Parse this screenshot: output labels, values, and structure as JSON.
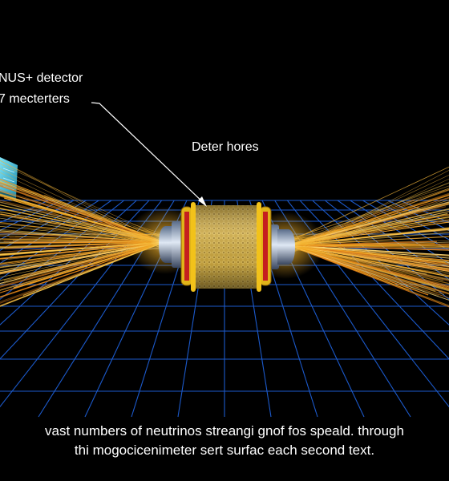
{
  "labels": {
    "detector_line1": "NUS+ detector",
    "detector_line2": "7 mecterters",
    "center": "Deter hores"
  },
  "caption": {
    "line1": "vast numbers of neutrinos streangi gnof fos speald. through",
    "line2": "thi mogocicenimeter sert surfac each second text."
  },
  "colors": {
    "background": "#000000",
    "grid": "#1e5fd6",
    "beam": "#f3a51e",
    "detector_gold": "#d2b24a",
    "ring": "#f2c21a",
    "label_text": "#ffffff",
    "left_panel": "#3fc7e4"
  }
}
